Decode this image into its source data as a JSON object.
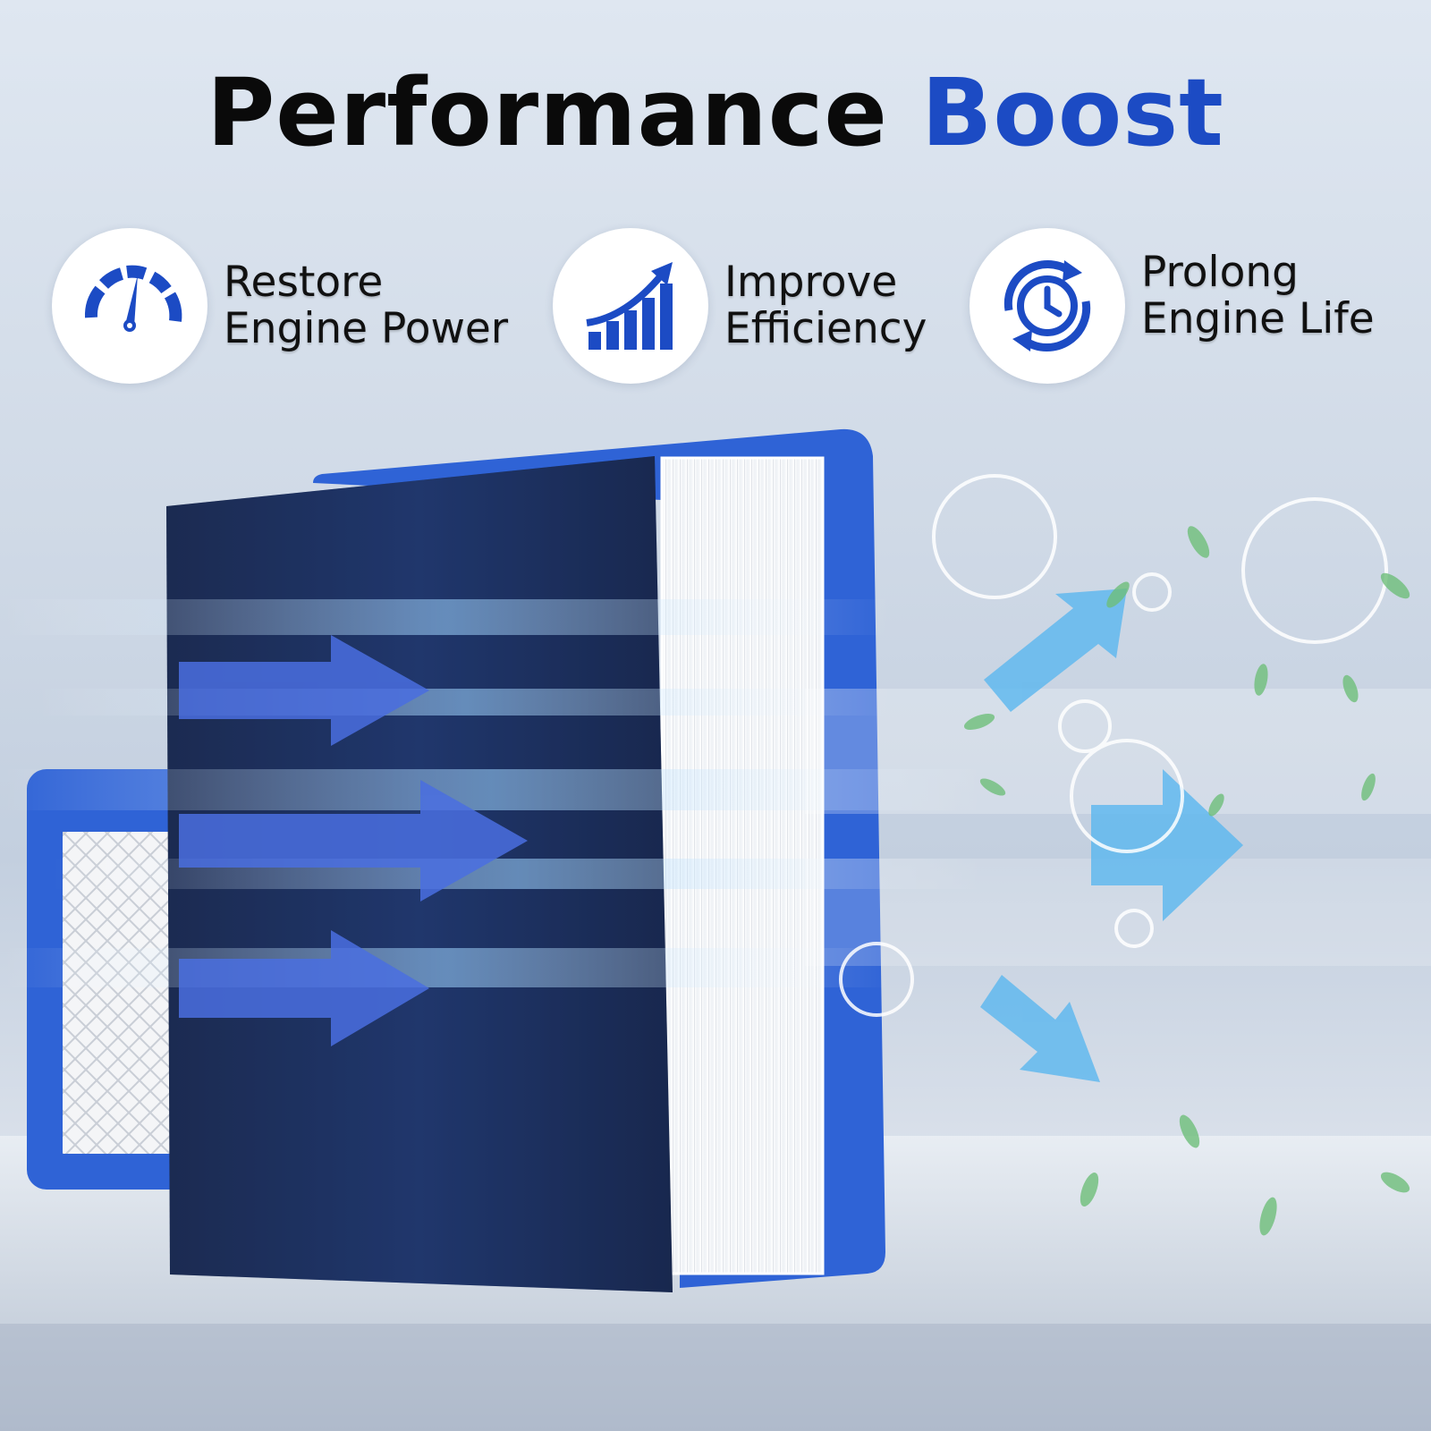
{
  "headline": {
    "part1": "Performance",
    "part2": "Boost"
  },
  "features": [
    {
      "icon": "speedometer-icon",
      "line1": "Restore",
      "line2": "Engine Power"
    },
    {
      "icon": "growth-chart-icon",
      "line1": "Improve",
      "line2": "Efficiency"
    },
    {
      "icon": "clock-cycle-icon",
      "line1": "Prolong",
      "line2": "Engine Life"
    }
  ],
  "colors": {
    "accent": "#1c4bc4",
    "filter_frame": "#2f63d6",
    "foam": "#1a2030",
    "airflow": "#5ab7ef"
  }
}
